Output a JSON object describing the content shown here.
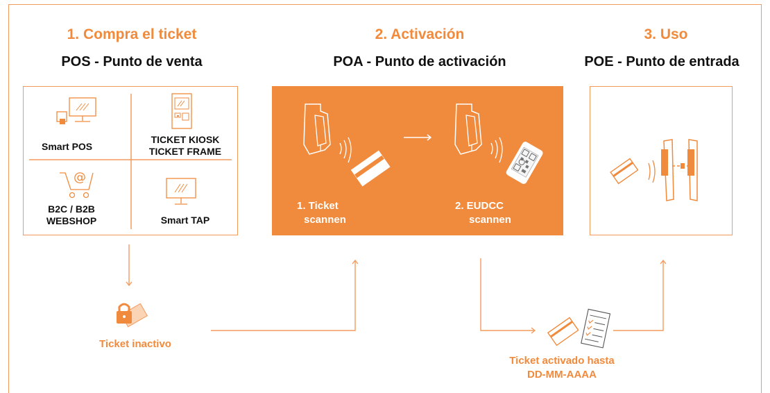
{
  "steps": [
    {
      "title": "1. Compra el ticket",
      "subtitle": "POS - Punto de venta"
    },
    {
      "title": "2. Activación",
      "subtitle": "POA - Punto de activación"
    },
    {
      "title": "3. Uso",
      "subtitle": "POE - Punto de entrada"
    }
  ],
  "pos": {
    "smart_pos": "Smart POS",
    "kiosk_line1": "TICKET KIOSK",
    "kiosk_line2": "TICKET FRAME",
    "webshop_line1": "B2C / B2B",
    "webshop_line2": "WEBSHOP",
    "smart_tap": "Smart TAP"
  },
  "poa": {
    "scan1_line1": "1. Ticket",
    "scan1_line2": "scannen",
    "scan2_line1": "2. EUDCC",
    "scan2_line2": "scannen"
  },
  "flow": {
    "inactive": "Ticket inactivo",
    "activated_line1": "Ticket activado hasta",
    "activated_line2": "DD-MM-AAAA"
  },
  "colors": {
    "accent": "#f08a3c",
    "accent_light": "#f39a5c",
    "text": "#111111"
  },
  "icons": [
    "computer-icon",
    "kiosk-icon",
    "shopping-cart-icon",
    "monitor-icon",
    "scanner-icon",
    "ticket-card-icon",
    "qr-phone-icon",
    "gate-icon",
    "lock-ticket-icon",
    "checklist-icon"
  ]
}
